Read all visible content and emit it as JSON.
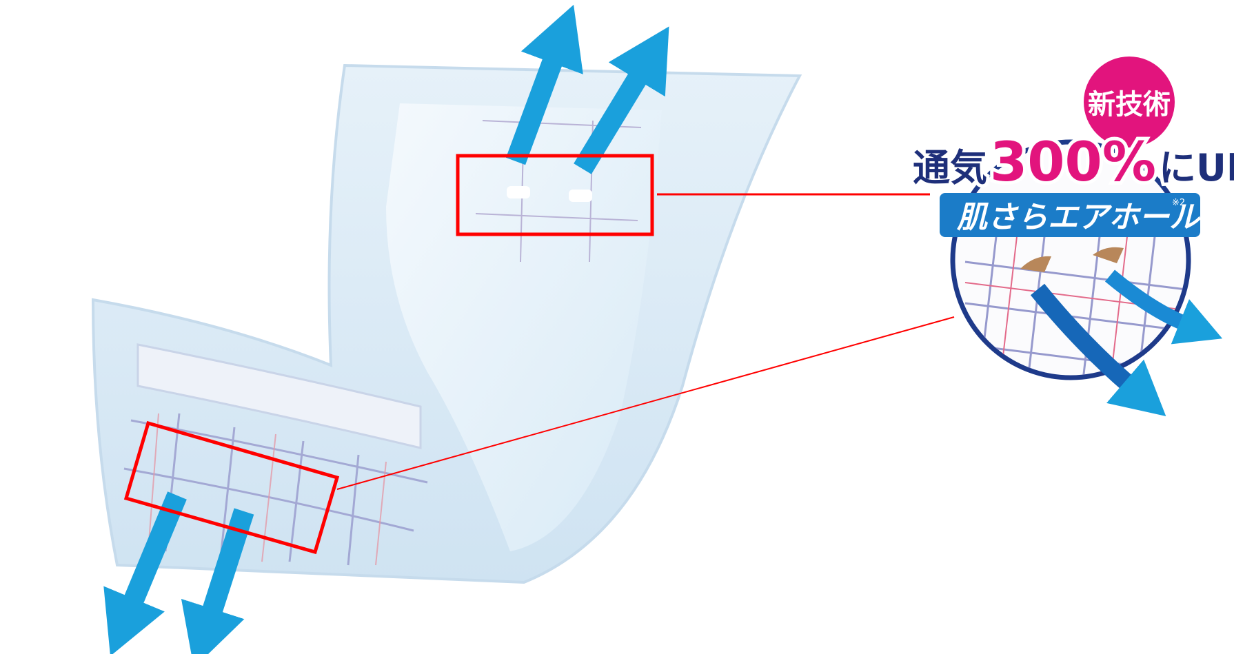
{
  "badge": {
    "tag": "新技術",
    "headline_prefix": "通気",
    "headline_value": "300%",
    "headline_suffix": "にUP!",
    "feature_name": "肌さらエアホール",
    "footnote_mark": "※2"
  },
  "colors": {
    "arrow": "#1aa0dc",
    "highlight": "#ff0000",
    "pink": "#e2147d",
    "navy": "#1e2f7a",
    "band": "#1b7cc8"
  }
}
